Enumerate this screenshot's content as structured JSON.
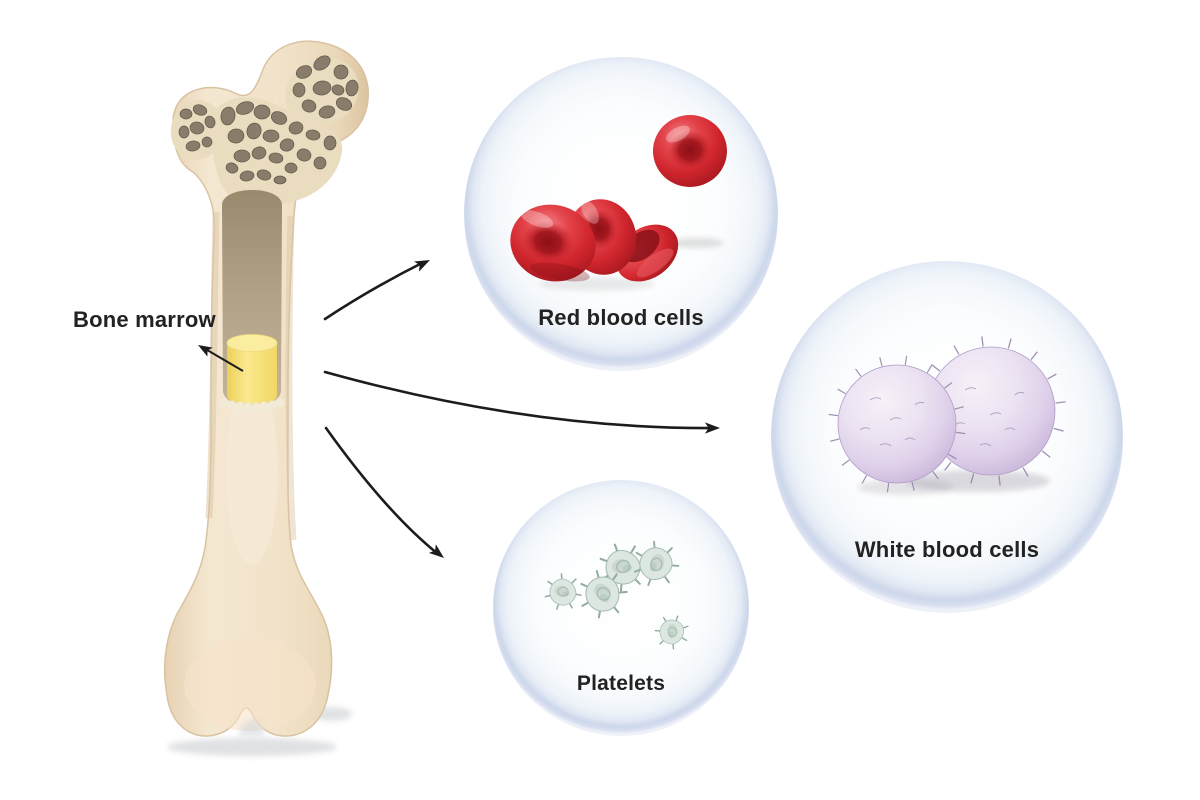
{
  "labels": {
    "bone_marrow": "Bone marrow",
    "red_blood_cells": "Red blood cells",
    "white_blood_cells": "White blood cells",
    "platelets": "Platelets"
  },
  "colors": {
    "background": "#ffffff",
    "bone_cortex": "#f1e3ca",
    "bone_cavity": "#b3a186",
    "spongy_bone_hole": "#8a7c6a",
    "marrow_yellow": "#f8e478",
    "red_blood_cell": "#d1262e",
    "white_blood_cell": "#ddd0e8",
    "platelet": "#dde7e1",
    "bubble_rim": "#cdd7eb",
    "arrow": "#1c1c1c",
    "label_text": "#222222"
  },
  "diagram": {
    "type": "labeled-illustration",
    "source": "Bone marrow",
    "produces": [
      "Red blood cells",
      "White blood cells",
      "Platelets"
    ]
  }
}
